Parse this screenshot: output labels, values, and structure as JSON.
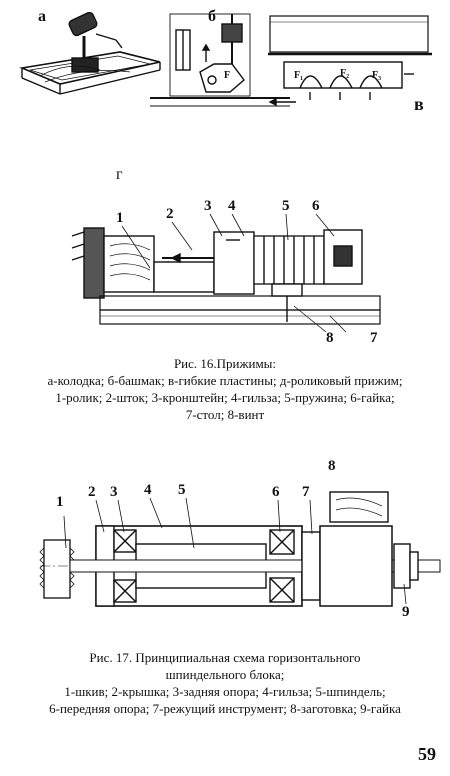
{
  "fig16": {
    "panel_a": "а",
    "panel_b": "б",
    "panel_v": "в",
    "panel_g": "г",
    "force1": "F₁",
    "force2": "F₂",
    "force3": "F₃",
    "force": "F",
    "callouts": [
      "1",
      "2",
      "3",
      "4",
      "5",
      "6",
      "7",
      "8"
    ],
    "caption_title": "Рис. 16.Прижимы:",
    "caption_lines": [
      "а-колодка; б-башмак; в-гибкие пластины; д-роликовый прижим;",
      "1-ролик; 2-шток; 3-кронштейн; 4-гильза; 5-пружина; 6-гайка;",
      "7-стол; 8-винт"
    ]
  },
  "fig17": {
    "callouts": [
      "1",
      "2",
      "3",
      "4",
      "5",
      "6",
      "7",
      "8",
      "9"
    ],
    "caption_title": "Рис. 17. Принципиальная схема горизонтального",
    "caption_lines": [
      "шпиндельного блока;",
      "1-шкив; 2-крышка; 3-задняя опора; 4-гильза; 5-шпиндель;",
      "6-передняя опора; 7-режущий инструмент; 8-заготовка; 9-гайка"
    ]
  },
  "page_number": "59"
}
